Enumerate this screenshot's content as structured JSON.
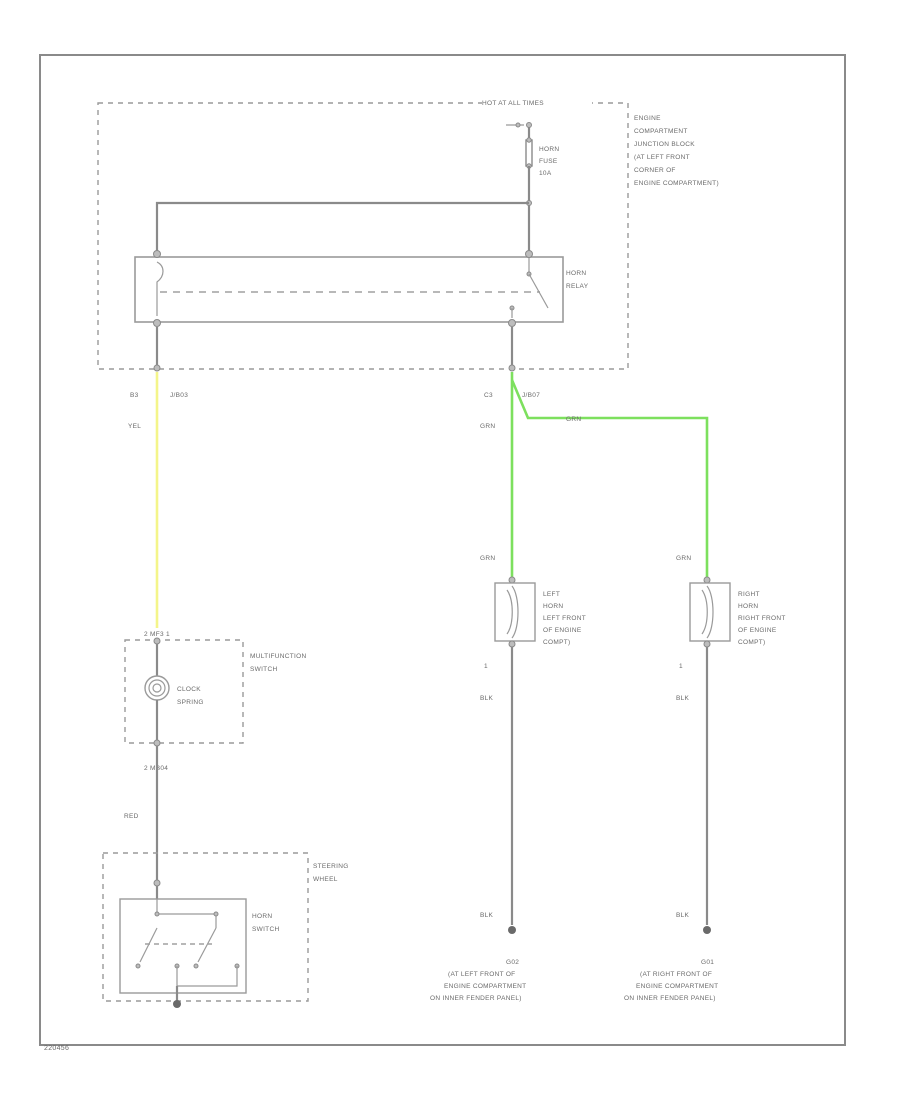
{
  "frame_code": "220456",
  "power_source": "HOT AT ALL TIMES",
  "junction_block": {
    "lines": [
      "ENGINE",
      "COMPARTMENT",
      "JUNCTION BLOCK",
      "(AT LEFT FRONT",
      "CORNER OF",
      "ENGINE COMPARTMENT)"
    ]
  },
  "fuse": {
    "lines": [
      "HORN",
      "FUSE",
      "10A"
    ]
  },
  "relay": {
    "lines": [
      "HORN",
      "RELAY"
    ]
  },
  "connectors": {
    "left_jb": {
      "pin": "B3",
      "id": "J/B03"
    },
    "right_jb": {
      "pin": "C3",
      "id": "J/B07"
    },
    "multifunction_top": "2 MF3  1",
    "multifunction_bottom": "2 MB04"
  },
  "wire_colors": {
    "yel": "YEL",
    "grn_a": "GRN",
    "grn_b": "GRN",
    "grn_left": "GRN",
    "grn_right": "GRN",
    "blk_left_top": "BLK",
    "blk_right_top": "BLK",
    "blk_left_bot": "BLK",
    "blk_right_bot": "BLK",
    "red": "RED"
  },
  "multifunction_switch": {
    "lines": [
      "MULTIFUNCTION",
      "SWITCH"
    ]
  },
  "clock_spring": {
    "lines": [
      "CLOCK",
      "SPRING"
    ]
  },
  "steering_wheel": {
    "lines": [
      "STEERING",
      "WHEEL"
    ]
  },
  "horn_switch": {
    "lines": [
      "HORN",
      "SWITCH"
    ]
  },
  "left_horn": {
    "lines": [
      "LEFT",
      "HORN",
      "LEFT FRONT",
      "OF ENGINE",
      "COMPT)"
    ],
    "pin": "1"
  },
  "right_horn": {
    "lines": [
      "RIGHT",
      "HORN",
      "RIGHT FRONT",
      "OF ENGINE",
      "COMPT)"
    ],
    "pin": "1"
  },
  "ground_left": {
    "id": "G02",
    "lines": [
      "(AT LEFT FRONT OF",
      "ENGINE COMPARTMENT",
      "ON INNER FENDER PANEL)"
    ]
  },
  "ground_right": {
    "id": "G01",
    "lines": [
      "(AT RIGHT FRONT OF",
      "ENGINE COMPARTMENT",
      "ON INNER FENDER PANEL)"
    ]
  },
  "colors": {
    "yellow_wire": "#f4f58a",
    "green_wire": "#7de05e",
    "gray_wire": "#8a8a8a"
  }
}
